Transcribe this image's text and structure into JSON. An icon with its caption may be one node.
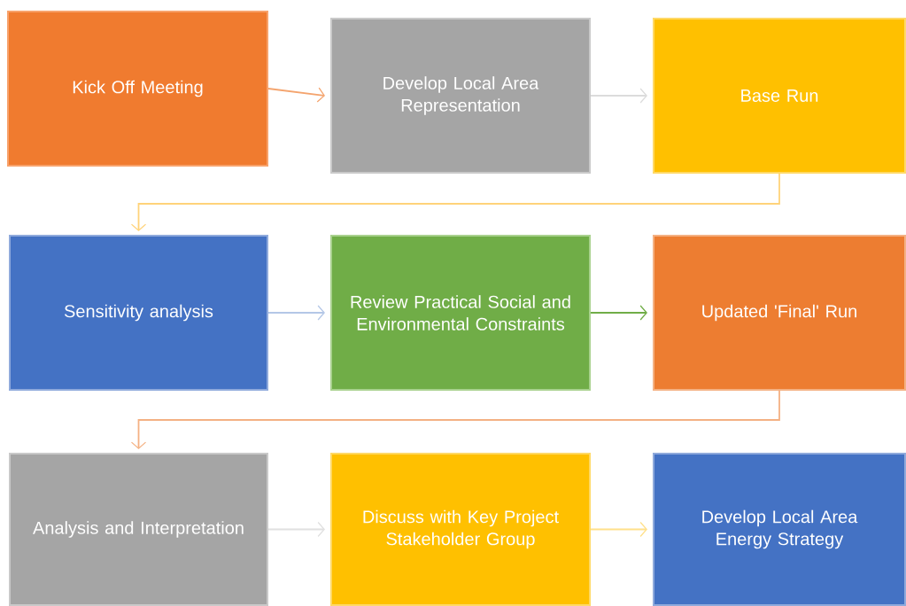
{
  "diagram": {
    "nodes": [
      {
        "text": [
          "Kick Off Meeting"
        ]
      },
      {
        "text": [
          "Develop Local Area Representation"
        ]
      },
      {
        "text": [
          "Base Run"
        ]
      },
      {
        "text": [
          "Sensitivity analysis"
        ]
      },
      {
        "text": [
          "Review Practical Social and Environmental Constraints"
        ]
      },
      {
        "text": [
          "Updated 'Final' Run"
        ]
      },
      {
        "text": [
          "Analysis and Interpretation"
        ]
      },
      {
        "text": [
          "Discuss with Key Project Stakeholder Group"
        ]
      },
      {
        "text": [
          "Develop Local Area Energy Strategy"
        ]
      }
    ],
    "edges": [
      {
        "from": 0,
        "to": 1,
        "arrow": "to",
        "color": "#f4a46e"
      },
      {
        "from": 1,
        "to": 2,
        "arrow": "to",
        "color": "#dcdcdc"
      },
      {
        "from": 2,
        "to": 3,
        "arrow": "to",
        "color": "#ffd37a"
      },
      {
        "from": 3,
        "to": 4,
        "arrow": "to",
        "color": "#b4c7e7"
      },
      {
        "from": 4,
        "to": 5,
        "arrow": "to",
        "color": "#70ad47"
      },
      {
        "from": 5,
        "to": 6,
        "arrow": "to",
        "color": "#f4b183"
      },
      {
        "from": 6,
        "to": 7,
        "arrow": "to",
        "color": "#e0e0e0"
      },
      {
        "from": 7,
        "to": 8,
        "arrow": "to",
        "color": "#ffe08a"
      }
    ]
  }
}
